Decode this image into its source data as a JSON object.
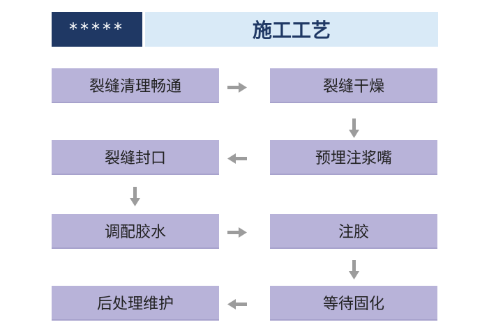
{
  "header": {
    "masked_label": "*****",
    "title": "施工工艺"
  },
  "steps": [
    {
      "id": 1,
      "label": "裂缝清理畅通"
    },
    {
      "id": 2,
      "label": "裂缝干燥"
    },
    {
      "id": 3,
      "label": "预埋注浆嘴"
    },
    {
      "id": 4,
      "label": "裂缝封口"
    },
    {
      "id": 5,
      "label": "调配胶水"
    },
    {
      "id": 6,
      "label": "注胶"
    },
    {
      "id": 7,
      "label": "等待固化"
    },
    {
      "id": 8,
      "label": "后处理维护"
    }
  ],
  "colors": {
    "header_dark": "#1f3864",
    "header_light": "#d9eaf7",
    "step_fill": "#b8b3d9",
    "arrow": "#9c9c9c"
  }
}
